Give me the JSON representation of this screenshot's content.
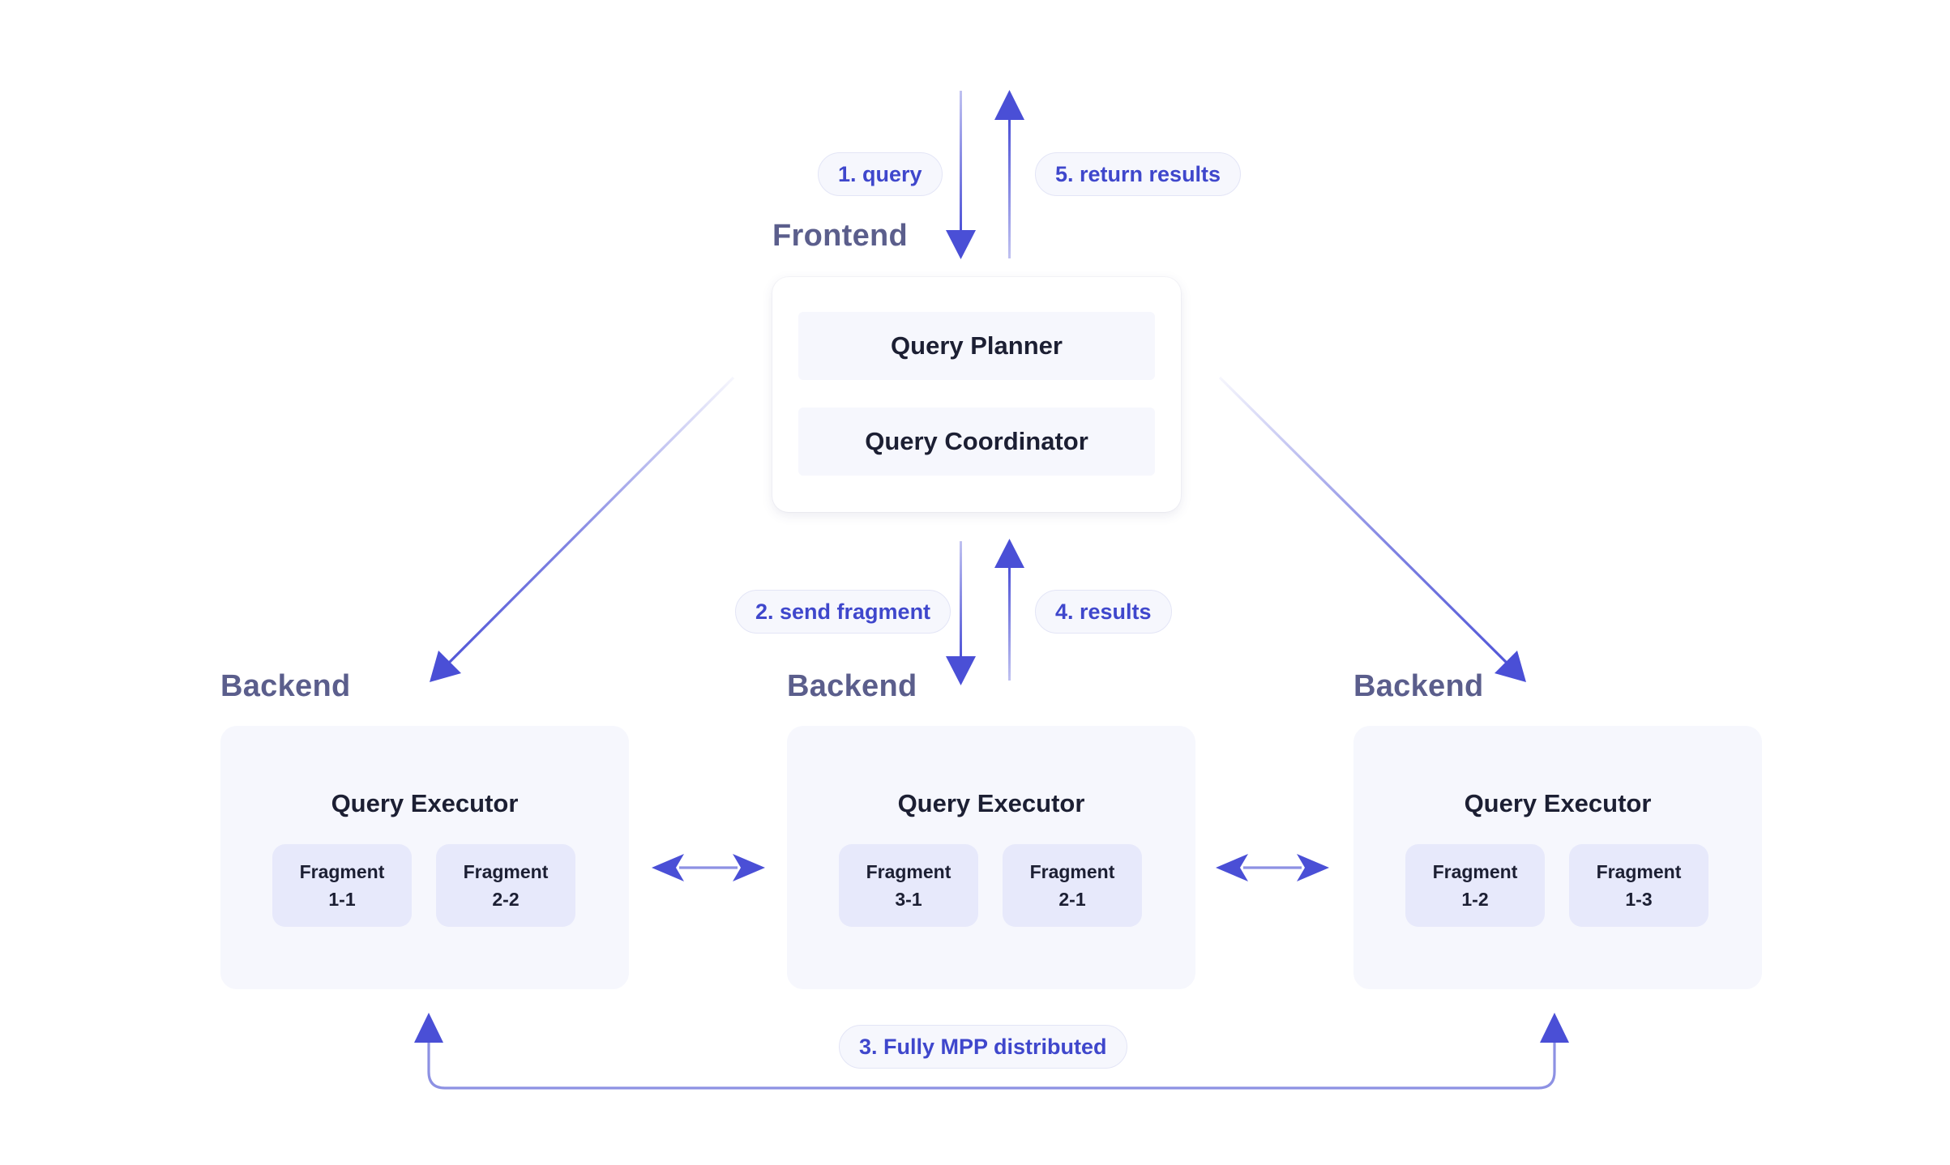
{
  "frontend": {
    "title": "Frontend",
    "modules": [
      "Query Planner",
      "Query Coordinator"
    ]
  },
  "backends": [
    {
      "title": "Backend",
      "executor": "Query Executor",
      "fragments": [
        {
          "line1": "Fragment",
          "line2": "1-1"
        },
        {
          "line1": "Fragment",
          "line2": "2-2"
        }
      ]
    },
    {
      "title": "Backend",
      "executor": "Query Executor",
      "fragments": [
        {
          "line1": "Fragment",
          "line2": "3-1"
        },
        {
          "line1": "Fragment",
          "line2": "2-1"
        }
      ]
    },
    {
      "title": "Backend",
      "executor": "Query Executor",
      "fragments": [
        {
          "line1": "Fragment",
          "line2": "1-2"
        },
        {
          "line1": "Fragment",
          "line2": "1-3"
        }
      ]
    }
  ],
  "steps": {
    "query": "1. query",
    "send_fragment": "2. send fragment",
    "mpp": "3. Fully MPP distributed",
    "results": "4. results",
    "return_results": "5. return results"
  },
  "colors": {
    "arrow": "#4a4fd6",
    "arrow_light": "#8d91e3",
    "title": "#5b5e8c",
    "fragment_bg": "#e7e9fb",
    "card_bg": "#f6f7fd"
  },
  "icons": {
    "arrowhead": "triangle-arrowhead-icon"
  }
}
